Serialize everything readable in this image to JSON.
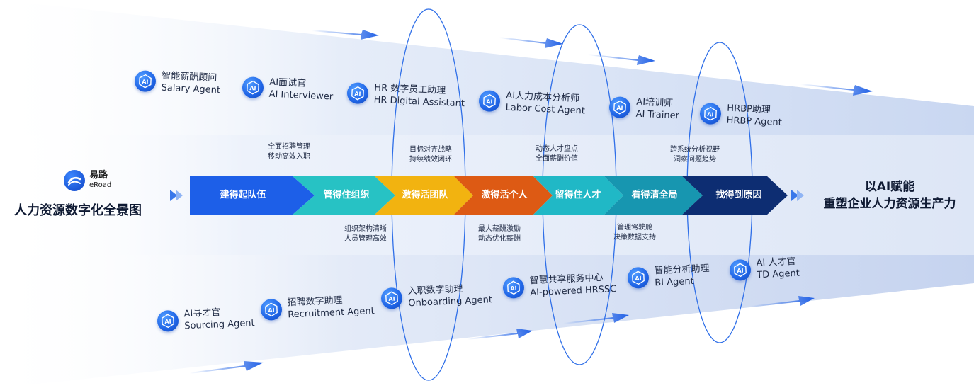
{
  "logo": {
    "name_cn": "易路",
    "name_en": "eRoad"
  },
  "main_title": "人力资源数字化全景图",
  "right_title": {
    "line1": "以AI赋能",
    "line2": "重塑企业人力资源生产力"
  },
  "badge_text": "AI",
  "stages": [
    {
      "label": "建得起队伍",
      "color": "#1d5fe8"
    },
    {
      "label": "管得住组织",
      "color": "#27c2c4"
    },
    {
      "label": "激得活团队",
      "color": "#f2b310"
    },
    {
      "label": "激得活个人",
      "color": "#dd5a14"
    },
    {
      "label": "留得住人才",
      "color": "#20b8c6"
    },
    {
      "label": "看得清全局",
      "color": "#1796b0"
    },
    {
      "label": "找得到原因",
      "color": "#0d2d72"
    }
  ],
  "notes_top": [
    {
      "line1": "全面招聘管理",
      "line2": "移动高效入职"
    },
    {
      "line1": "目标对齐战略",
      "line2": "持续绩效闭环"
    },
    {
      "line1": "动态人才盘点",
      "line2": "全面薪酬价值"
    },
    {
      "line1": "跨系统分析视野",
      "line2": "洞察问题趋势"
    }
  ],
  "notes_bottom": [
    {
      "line1": "组织架构清晰",
      "line2": "人员管理高效"
    },
    {
      "line1": "最大薪酬激励",
      "line2": "动态优化薪酬"
    },
    {
      "line1": "管理驾驶舱",
      "line2": "决策数据支持"
    }
  ],
  "agents_top": [
    {
      "cn": "智能薪酬顾问",
      "en": "Salary Agent"
    },
    {
      "cn": "AI面试官",
      "en": "AI Interviewer"
    },
    {
      "cn": "HR 数字员工助理",
      "en": "HR Digital Assistant"
    },
    {
      "cn": "AI人力成本分析师",
      "en": "Labor Cost Agent"
    },
    {
      "cn": "AI培训师",
      "en": "AI Trainer"
    },
    {
      "cn": "HRBP助理",
      "en": "HRBP Agent"
    }
  ],
  "agents_bottom": [
    {
      "cn": "AI寻才官",
      "en": "Sourcing Agent"
    },
    {
      "cn": "招聘数字助理",
      "en": "Recruitment Agent"
    },
    {
      "cn": "入职数字助理",
      "en": "Onboarding Agent"
    },
    {
      "cn": "智慧共享服务中心",
      "en": "AI-powered HRSSC"
    },
    {
      "cn": "智能分析助理",
      "en": "BI Agent"
    },
    {
      "cn": "AI 人才官",
      "en": "TD Agent"
    }
  ],
  "colors": {
    "accent": "#1d5fe8",
    "band": "#dfe8f8",
    "ring": "#2f6fe8"
  },
  "icons": {
    "logo": "eroad-logo-icon",
    "agent": "ai-chip-icon",
    "arrow": "play-arrow-icon"
  }
}
